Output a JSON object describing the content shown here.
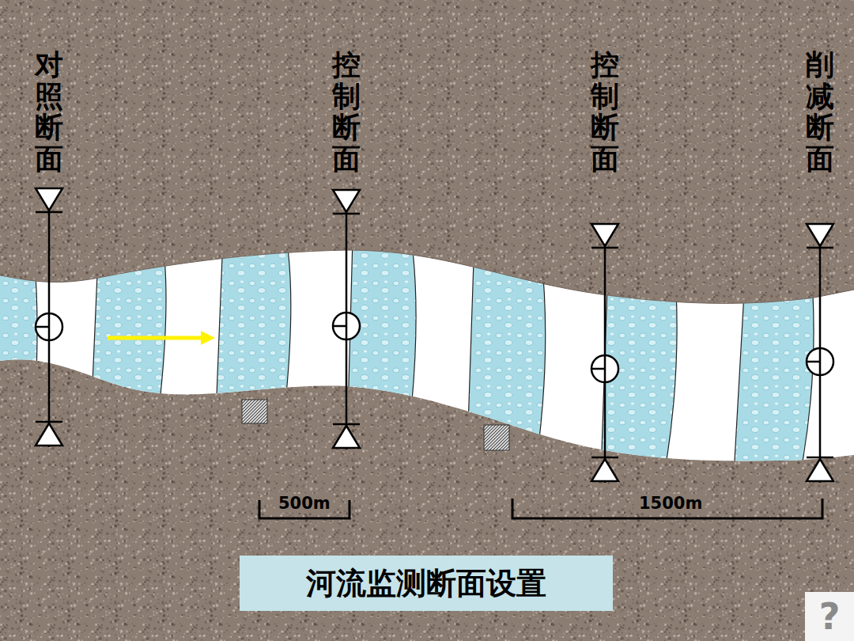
{
  "diagram": {
    "title": "河流监测断面设置",
    "labels": [
      "对照断面",
      "控制断面",
      "控制断面",
      "削减断面",
      "500m",
      "1500m",
      "?"
    ]
  }
}
